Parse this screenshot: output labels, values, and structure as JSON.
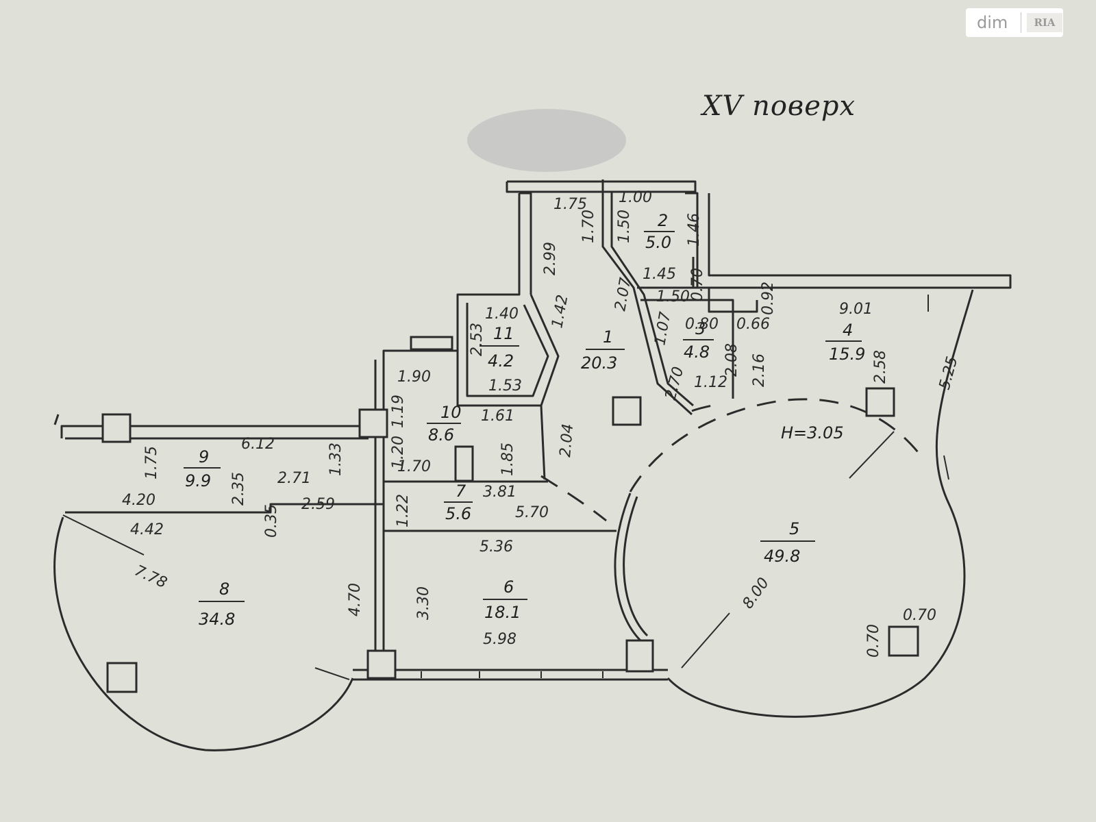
{
  "floor_title": "XV поверх",
  "logo": {
    "brand": "dim",
    "mark": "RIA"
  },
  "rooms": [
    {
      "number": "1",
      "area": "20.3"
    },
    {
      "number": "2",
      "area": "5.0"
    },
    {
      "number": "3",
      "area": "4.8"
    },
    {
      "number": "4",
      "area": "15.9"
    },
    {
      "number": "5",
      "area": "49.8"
    },
    {
      "number": "6",
      "area": "18.1"
    },
    {
      "number": "7",
      "area": "5.6"
    },
    {
      "number": "8",
      "area": "34.8"
    },
    {
      "number": "9",
      "area": "9.9"
    },
    {
      "number": "10",
      "area": "8.6"
    },
    {
      "number": "11",
      "area": "4.2"
    }
  ],
  "ceiling_height": "H=3.05",
  "dimensions": {
    "d_175_top": "1.75",
    "d_100": "1.00",
    "d_170": "1.70",
    "d_150_v": "1.50",
    "d_146": "1.46",
    "d_299": "2.99",
    "d_145": "1.45",
    "d_207": "2.07",
    "d_150_h": "1.50",
    "d_070_r3": "0.70",
    "d_092": "0.92",
    "d_901": "9.01",
    "d_140": "1.40",
    "d_142": "1.42",
    "d_253": "2.53",
    "d_107": "1.07",
    "d_080": "0.80",
    "d_066": "0.66",
    "d_208": "2.08",
    "d_216": "2.16",
    "d_258": "2.58",
    "d_525": "5.25",
    "d_153": "1.53",
    "d_190": "1.90",
    "d_270": "2.70",
    "d_112": "1.12",
    "d_119": "1.19",
    "d_161": "1.61",
    "d_204": "2.04",
    "d_612": "6.12",
    "d_175_l": "1.75",
    "d_133": "1.33",
    "d_120": "1.20",
    "d_185": "1.85",
    "d_170_b": "1.70",
    "d_235": "2.35",
    "d_271": "2.71",
    "d_420": "4.20",
    "d_381": "3.81",
    "d_259": "2.59",
    "d_122": "1.22",
    "d_035": "0.35",
    "d_570": "5.70",
    "d_442": "4.42",
    "d_536": "5.36",
    "d_778": "7.78",
    "d_470": "4.70",
    "d_330": "3.30",
    "d_598": "5.98",
    "d_800": "8.00",
    "d_070_a": "0.70",
    "d_070_b": "0.70"
  }
}
